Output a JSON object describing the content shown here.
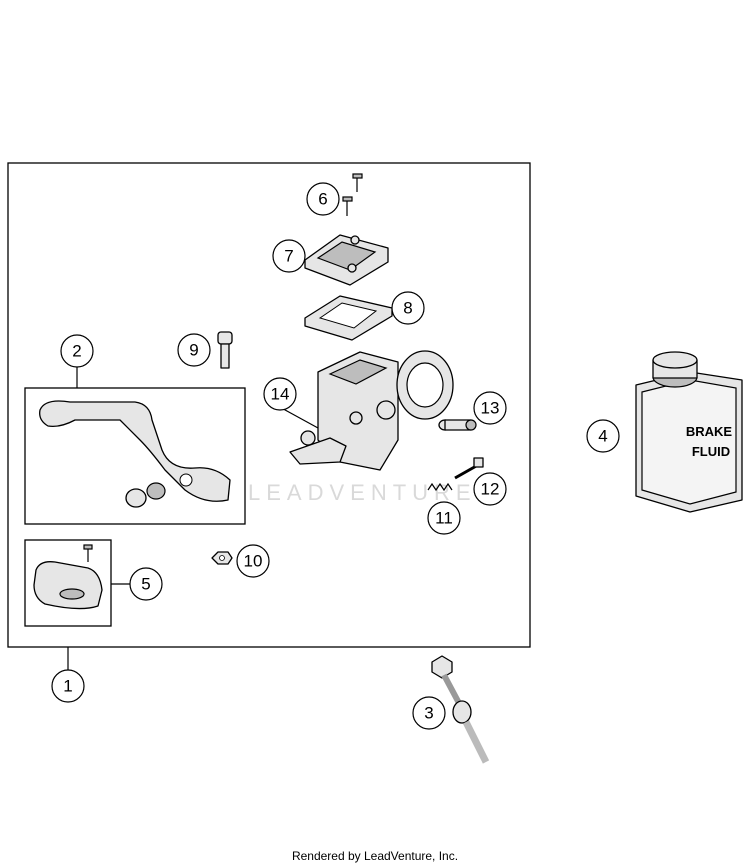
{
  "diagram": {
    "callouts": [
      "1",
      "2",
      "3",
      "4",
      "5",
      "6",
      "7",
      "8",
      "9",
      "10",
      "11",
      "12",
      "13",
      "14"
    ],
    "bottle_label_line1": "BRAKE",
    "bottle_label_line2": "FLUID",
    "watermark": "LEADVENTURE"
  },
  "footer": {
    "text": "Rendered by LeadVenture, Inc."
  }
}
